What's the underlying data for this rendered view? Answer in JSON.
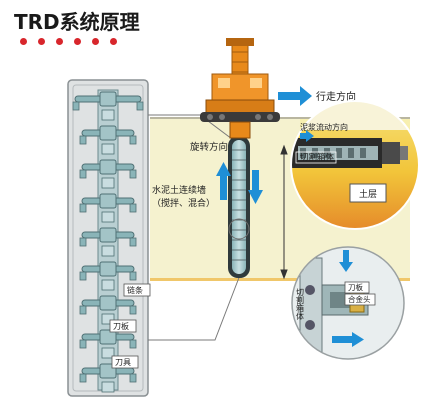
{
  "title": "TRD系统原理",
  "labels": {
    "travel_direction": "行走方向",
    "rotation_direction": "旋转方向",
    "wall_line1": "水泥土连续墙",
    "wall_line2": "（搅拌、混合）",
    "slurry_flow": "泥浆流动方向",
    "cutting_box_top": "切割箱体",
    "soil_layer": "土层",
    "cutting_box_side": "切割箱体",
    "blade_detail": "刀板",
    "carbide_head": "合金头",
    "chain": "链条",
    "blade_left": "刀板",
    "tool_left": "刀具"
  },
  "colors": {
    "accent_red": "#d8262c",
    "machine_orange": "#e8891a",
    "arrow_blue": "#1f8fd6",
    "soil_yellow": "#f2d04a",
    "soil_orange": "#e58a2a",
    "ground_beige": "#f4f0c8",
    "panel_gray": "#d4d7d8",
    "chain_teal": "#8ab4b8"
  }
}
